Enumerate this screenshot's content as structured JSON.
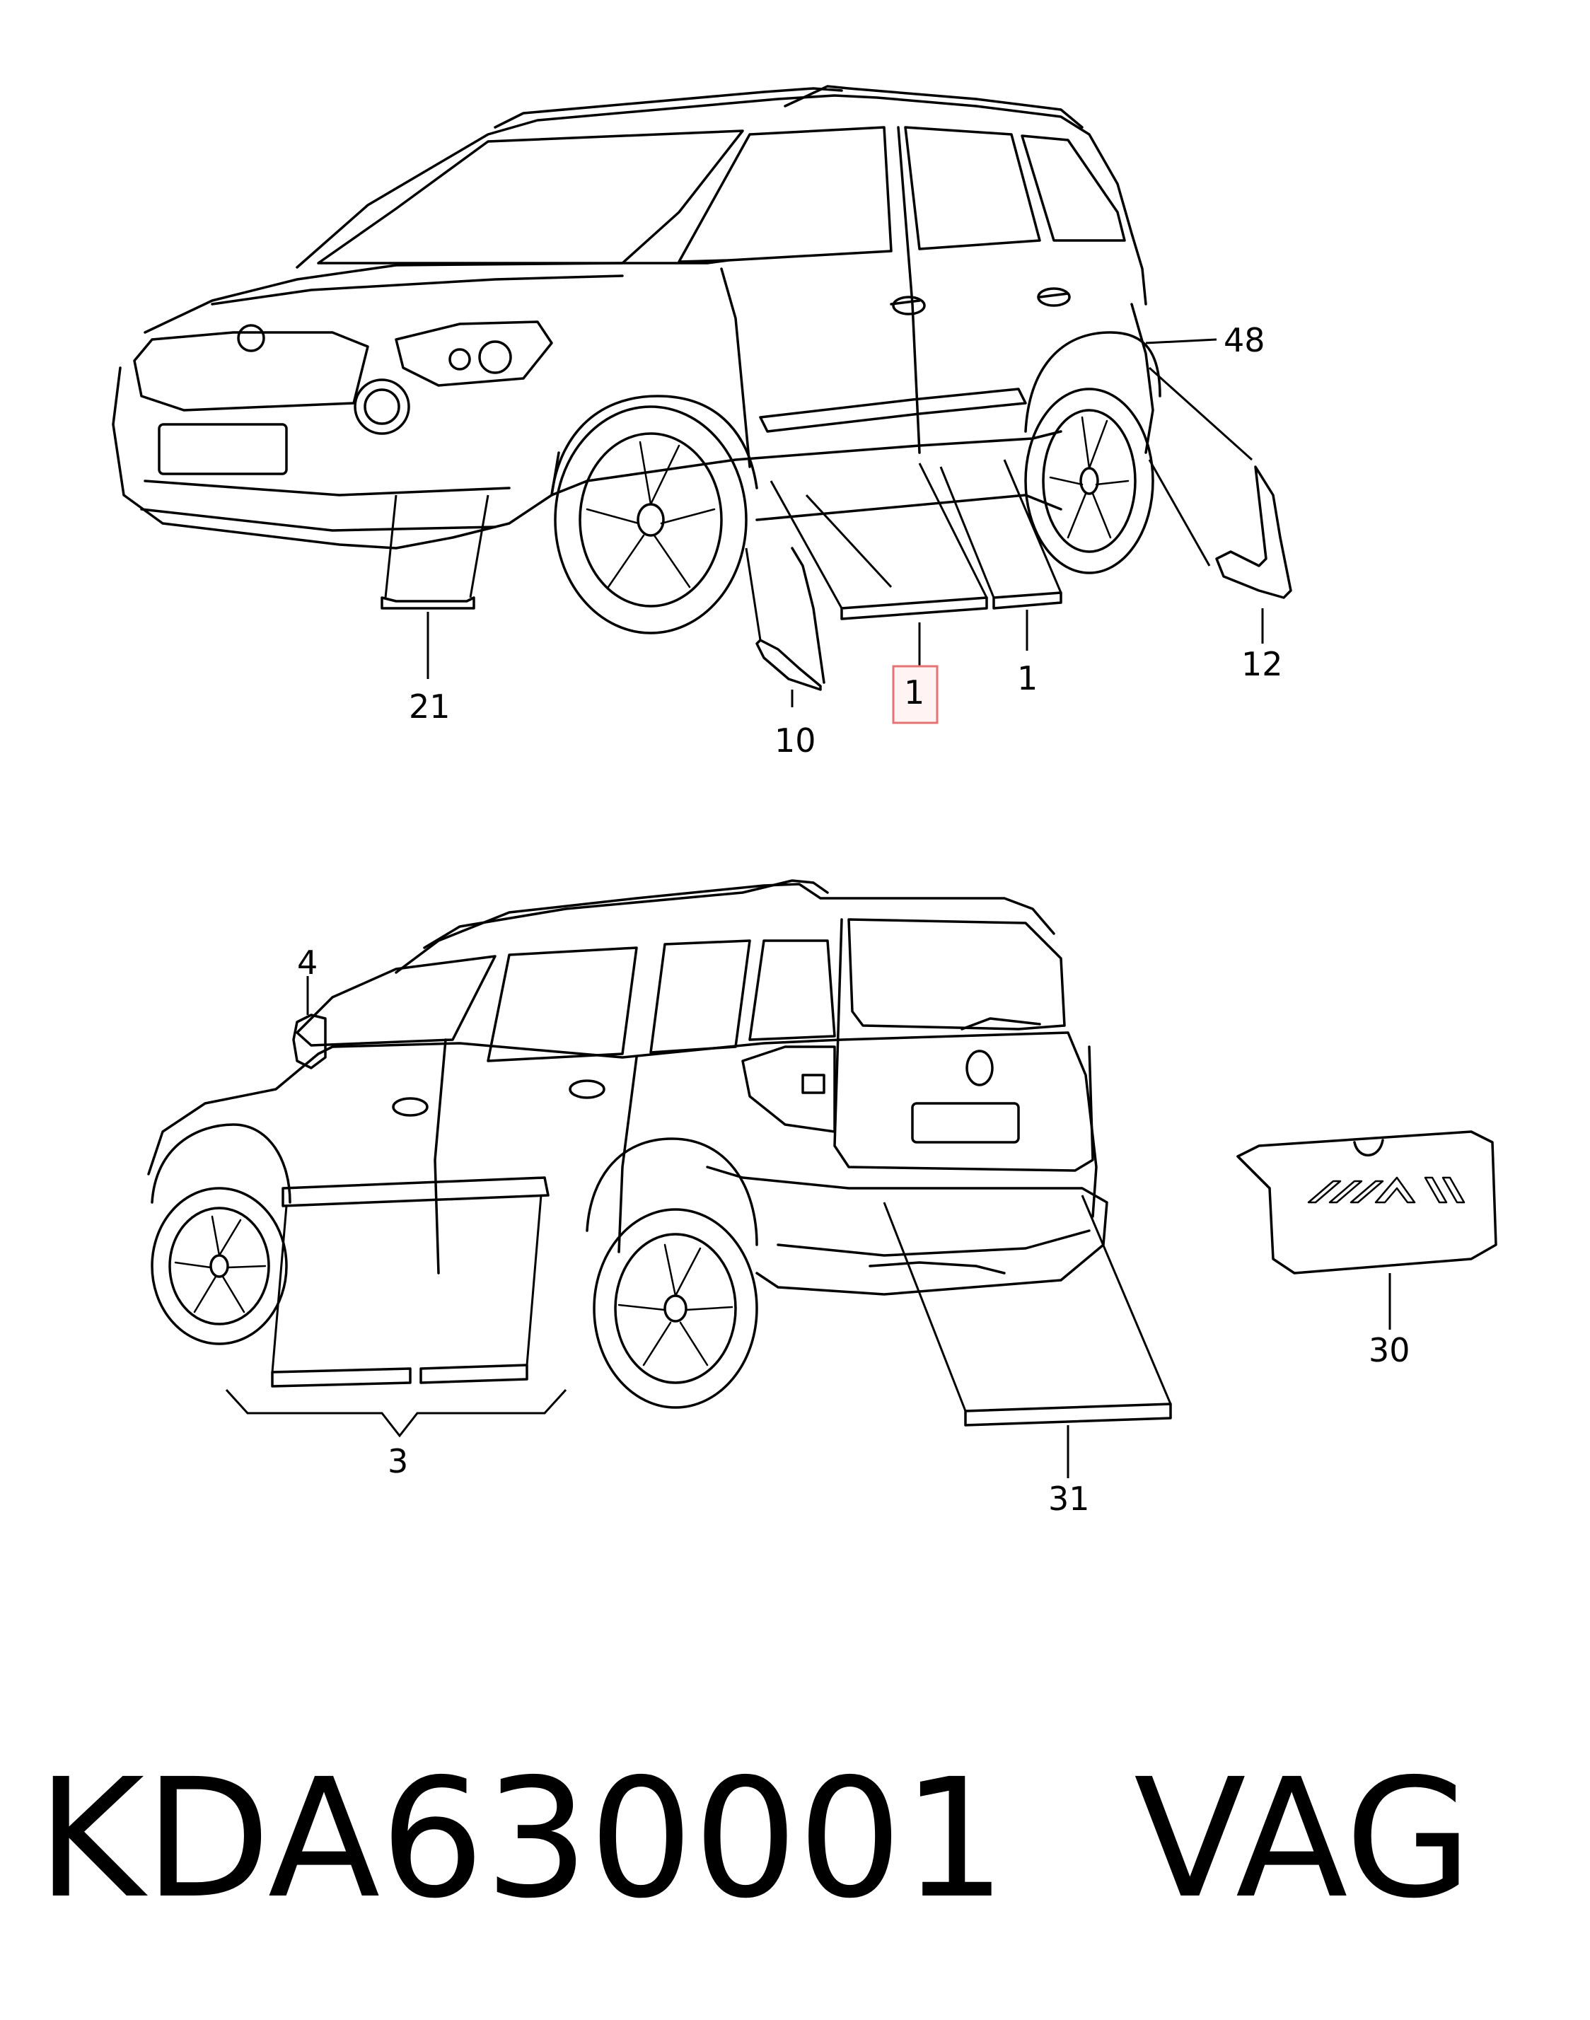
{
  "callouts": {
    "c48": "48",
    "c21": "21",
    "c10": "10",
    "c1_highlighted": "1",
    "c1": "1",
    "c12": "12",
    "c4": "4",
    "c3": "3",
    "c31": "31",
    "c30": "30"
  },
  "caption": {
    "part_number": "KDA630001",
    "brand": "VAG"
  },
  "colors": {
    "line": "#000000",
    "highlight_border": "#e57373",
    "highlight_fill": "#fff3f3"
  }
}
